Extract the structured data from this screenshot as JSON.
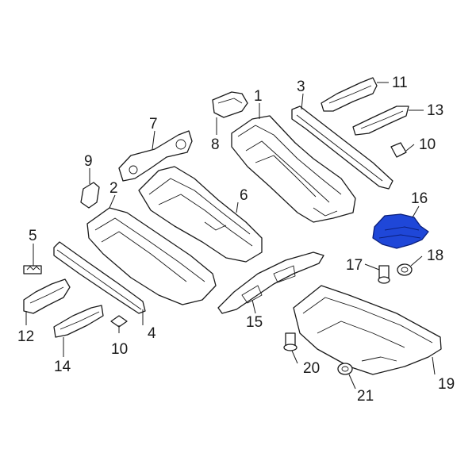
{
  "callouts": {
    "c1": "1",
    "c2": "2",
    "c3": "3",
    "c4": "4",
    "c5": "5",
    "c6": "6",
    "c7": "7",
    "c8": "8",
    "c9": "9",
    "c10a": "10",
    "c10b": "10",
    "c11": "11",
    "c12": "12",
    "c13": "13",
    "c14": "14",
    "c15": "15",
    "c16": "16",
    "c17": "17",
    "c18": "18",
    "c19": "19",
    "c20": "20",
    "c21": "21"
  },
  "colors": {
    "highlight": "#1f47d8",
    "line": "#1a1a1a"
  }
}
